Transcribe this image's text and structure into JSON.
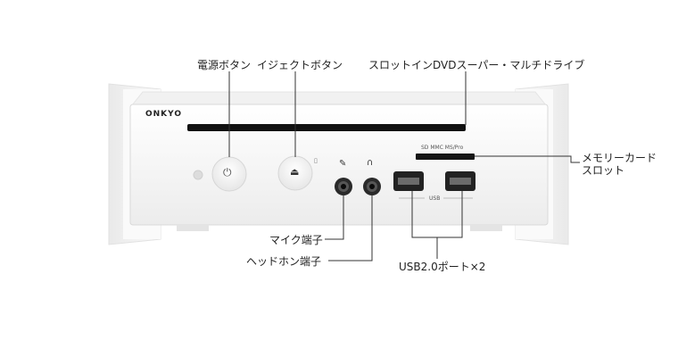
{
  "labels": {
    "power_button": "電源ボタン",
    "eject_button": "イジェクトボタン",
    "slot_drive": "スロットインDVDスーパー・マルチドライブ",
    "memory_card_line1": "メモリーカード",
    "memory_card_line2": "スロット",
    "mic_jack": "マイク端子",
    "headphone_jack": "ヘッドホン端子",
    "usb_ports": "USB2.0ポート×2"
  },
  "device": {
    "brand": "ONKYO",
    "card_slot_text": "SD MMC MS/Pro",
    "usb_text": "USB"
  },
  "colors": {
    "body": "#f4f4f4",
    "side_panel": "#f7f7f7",
    "slot": "#111111",
    "line": "#333333"
  }
}
